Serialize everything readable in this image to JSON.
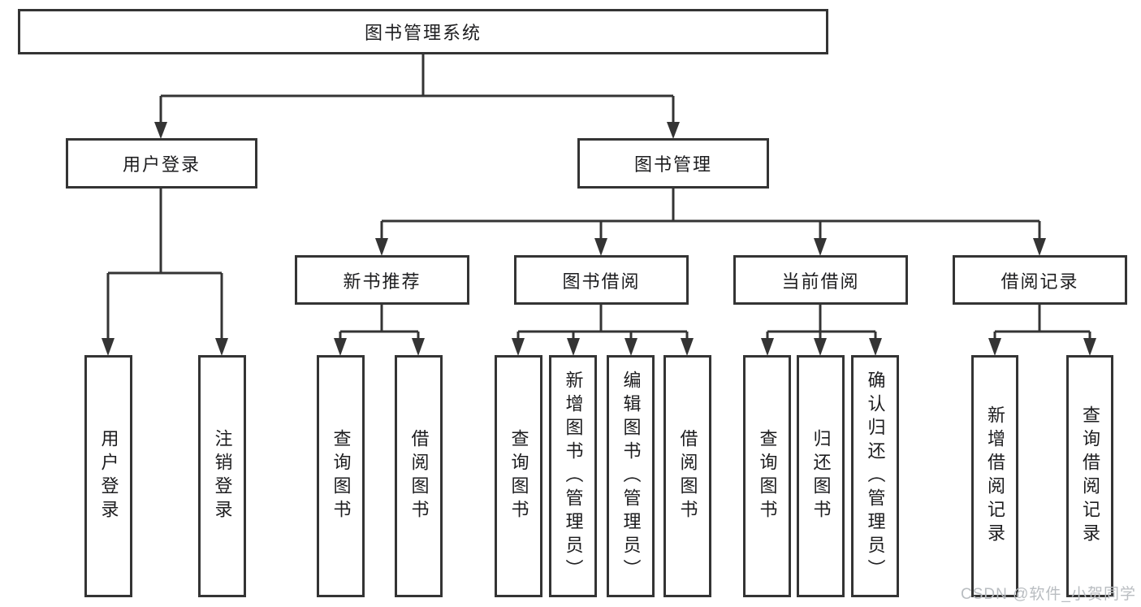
{
  "diagram": {
    "title_node": {
      "label": "图书管理系统"
    },
    "level2": [
      {
        "label": "用户登录"
      },
      {
        "label": "图书管理"
      }
    ],
    "level3": [
      {
        "label": "新书推荐"
      },
      {
        "label": "图书借阅"
      },
      {
        "label": "当前借阅"
      },
      {
        "label": "借阅记录"
      }
    ],
    "leaves": [
      {
        "label": "用户登录"
      },
      {
        "label": "注销登录"
      },
      {
        "label": "查询图书"
      },
      {
        "label": "借阅图书"
      },
      {
        "label": "查询图书"
      },
      {
        "label": "新增图书（管理员）"
      },
      {
        "label": "编辑图书（管理员）"
      },
      {
        "label": "借阅图书"
      },
      {
        "label": "查询图书"
      },
      {
        "label": "归还图书"
      },
      {
        "label": "确认归还（管理员）"
      },
      {
        "label": "新增借阅记录"
      },
      {
        "label": "查询借阅记录"
      }
    ]
  },
  "watermark": {
    "text": "CSDN @软件_小贺同学"
  },
  "colors": {
    "line": "#343434",
    "box_border": "#343434",
    "text": "#1d1d1f",
    "background": "#ffffff",
    "watermark": "#b9bdc1"
  }
}
